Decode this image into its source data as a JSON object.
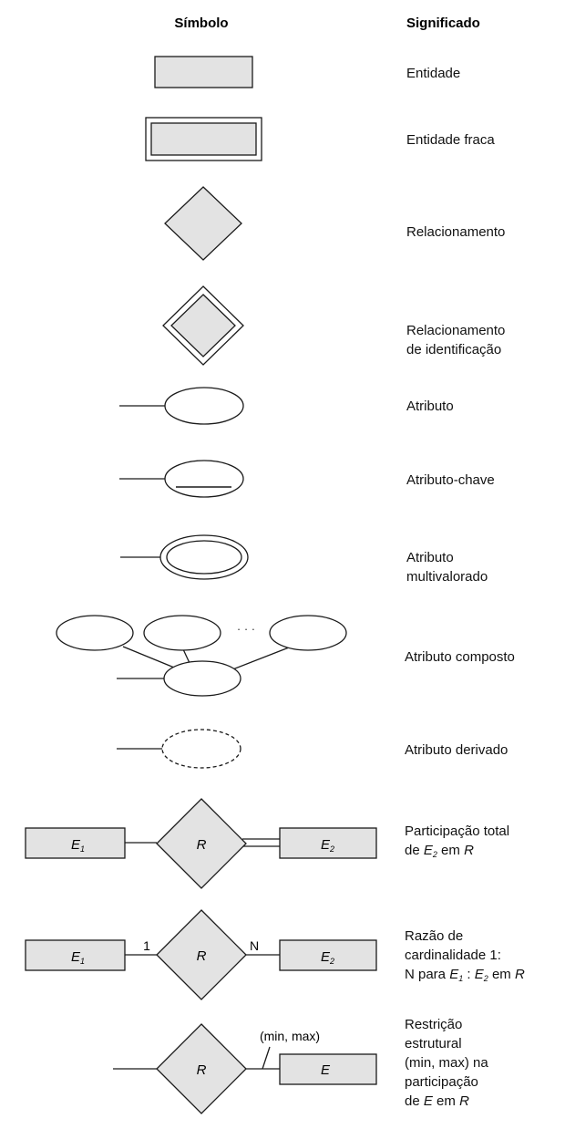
{
  "headers": {
    "symbol": "Símbolo",
    "meaning": "Significado"
  },
  "rows": [
    {
      "key": "entity",
      "meaning": [
        "Entidade"
      ]
    },
    {
      "key": "weak-entity",
      "meaning": [
        "Entidade fraca"
      ]
    },
    {
      "key": "relationship",
      "meaning": [
        "Relacionamento"
      ]
    },
    {
      "key": "identifying-relationship",
      "meaning": [
        "Relacionamento",
        "de identificação"
      ]
    },
    {
      "key": "attribute",
      "meaning": [
        "Atributo"
      ]
    },
    {
      "key": "key-attribute",
      "meaning": [
        "Atributo-chave"
      ]
    },
    {
      "key": "multivalued-attribute",
      "meaning": [
        "Atributo",
        "multivalorado"
      ]
    },
    {
      "key": "composite-attribute",
      "meaning": [
        "Atributo composto"
      ]
    },
    {
      "key": "derived-attribute",
      "meaning": [
        "Atributo derivado"
      ]
    },
    {
      "key": "total-participation",
      "meaning": [
        "Participação total",
        "de E2 em R"
      ]
    },
    {
      "key": "cardinality-ratio",
      "meaning": [
        "Razão de",
        "cardinalidade 1:",
        "N para E1 : E2 em R"
      ]
    },
    {
      "key": "structural-constraint",
      "meaning": [
        "Restrição",
        "estrutural",
        "(min, max) na",
        "participação",
        "de E em R"
      ]
    }
  ],
  "symbol_labels": {
    "e1": "E1",
    "e2": "E2",
    "r": "R",
    "e": "E",
    "one": "1",
    "n": "N",
    "ellipsis": "· · ·",
    "min_max": "(min, max)"
  },
  "colors": {
    "shape_fill": "#e3e3e3",
    "stroke": "#1a1a1a"
  }
}
